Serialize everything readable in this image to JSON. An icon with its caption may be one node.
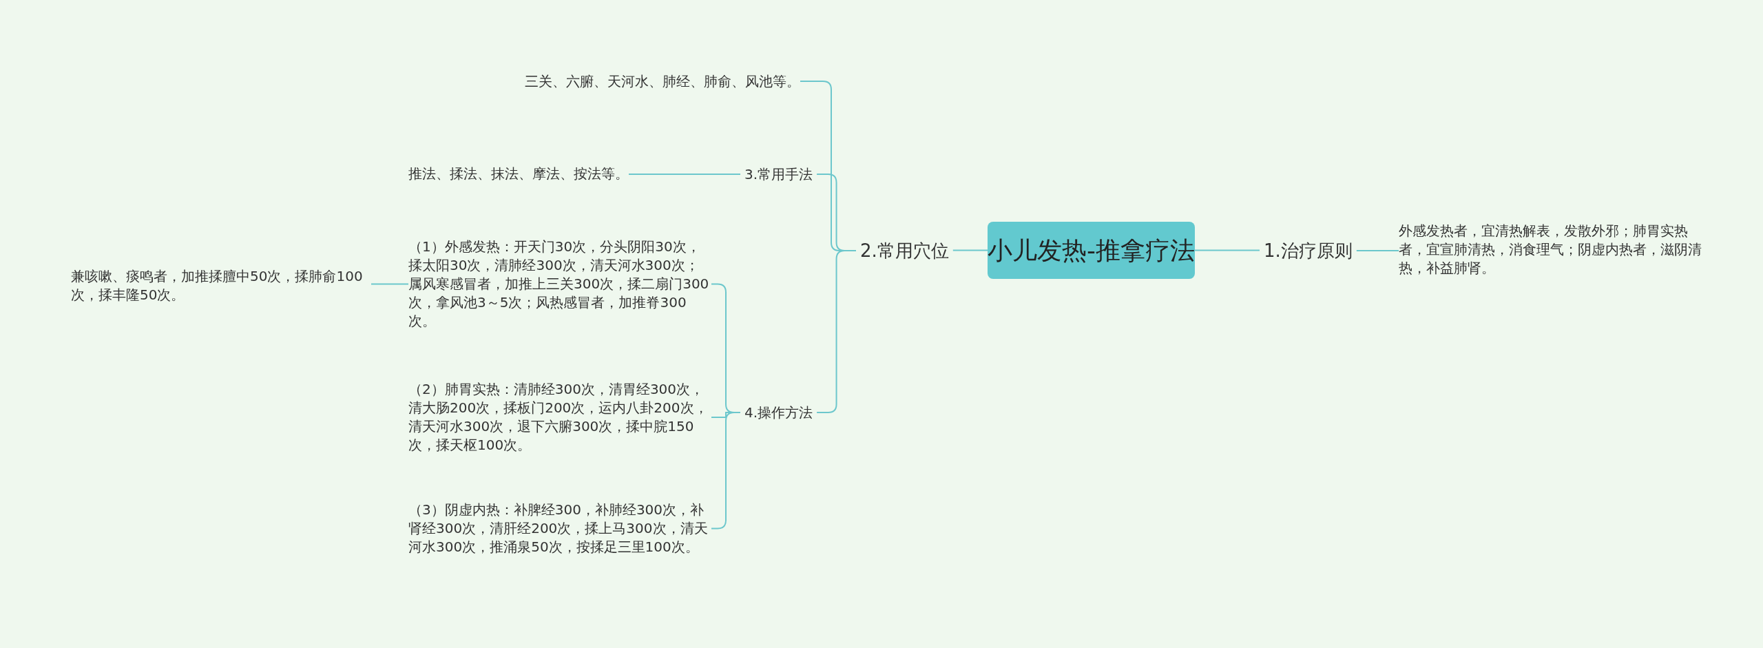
{
  "diagram": {
    "nodes": [
      {
        "text": [
          "小儿发热-推拿疗法"
        ]
      },
      {
        "text": [
          "1.治疗原则"
        ]
      },
      {
        "text": [
          "外感发热者，宜清热解表，发散外邪；肺胃实热者，宜宣肺清热，消食理气；阴虚内热者，滋阴清热，补益肺肾。"
        ]
      },
      {
        "text": [
          "2.常用穴位"
        ]
      },
      {
        "text": [
          "三关、六腑、天河水、肺经、肺俞、风池等。"
        ]
      },
      {
        "text": [
          "3.常用手法"
        ]
      },
      {
        "text": [
          "推法、揉法、抹法、摩法、按法等。"
        ]
      },
      {
        "text": [
          "4.操作方法"
        ]
      },
      {
        "text": [
          "（1）外感发热：开天门30次，分头阴阳30次，揉太阳30次，清肺经300次，清天河水300次；属风寒感冒者，加推上三关300次，揉二扇门300次，拿风池3～5次；风热感冒者，加推脊300次。"
        ]
      },
      {
        "text": [
          "（2）肺胃实热：清肺经300次，清胃经300次，清大肠200次，揉板门200次，运内八卦200次，清天河水300次，退下六腑300次，揉中脘150次，揉天枢100次。"
        ]
      },
      {
        "text": [
          "（3）阴虚内热：补脾经300，补肺经300次，补肾经300次，清肝经200次，揉上马300次，清天河水300次，推涌泉50次，按揉足三里100次。"
        ]
      },
      {
        "text": [
          "兼咳嗽、痰鸣者，加推揉膻中50次，揉肺俞100次，揉丰隆50次。"
        ]
      }
    ],
    "edges": [
      {
        "from": 0,
        "to": 1,
        "arrow": "none"
      },
      {
        "from": 1,
        "to": 2,
        "arrow": "none"
      },
      {
        "from": 0,
        "to": 3,
        "arrow": "none"
      },
      {
        "from": 3,
        "to": 4,
        "arrow": "none"
      },
      {
        "from": 3,
        "to": 5,
        "arrow": "none"
      },
      {
        "from": 5,
        "to": 6,
        "arrow": "none"
      },
      {
        "from": 3,
        "to": 7,
        "arrow": "none"
      },
      {
        "from": 7,
        "to": 8,
        "arrow": "none"
      },
      {
        "from": 7,
        "to": 9,
        "arrow": "none"
      },
      {
        "from": 7,
        "to": 10,
        "arrow": "none"
      },
      {
        "from": 8,
        "to": 11,
        "arrow": "none"
      }
    ]
  }
}
